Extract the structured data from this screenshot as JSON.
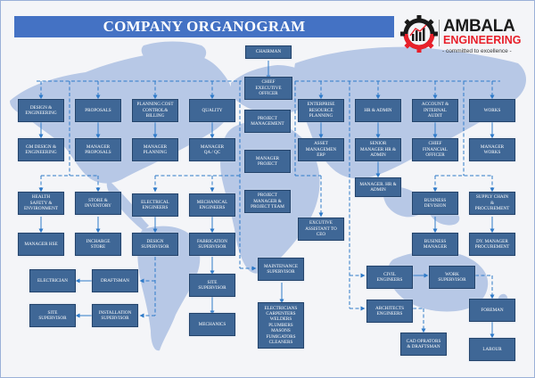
{
  "header": {
    "title": "COMPANY ORGANOGRAM"
  },
  "logo": {
    "brand_line1": "AMBALA",
    "brand_line2": "ENGINEERING",
    "tagline": "- committed to excellence -",
    "icon": "gear-chart-icon",
    "colors": {
      "dark": "#1a1a1a",
      "red": "#e8202a"
    }
  },
  "colors": {
    "title_bar": "#4472c4",
    "node_fill": "#3f6796",
    "node_border": "#24446b",
    "connector": "#2e7ac9",
    "map": "#b7c8e6",
    "background": "#f4f5f8"
  },
  "nodes": {
    "chairman": "CHAIRMAN",
    "ceo": "CHIEF\nEXECUTIVE\nOFFICER",
    "design_engineering": "DESIGN &\nENGINEERING",
    "proposals": "PROPOSALS",
    "planning_cost": "PLANNING COST\nCONTROL&\nBILLING",
    "quality": "QUALITY",
    "project_management": "PROJECT\nMANAGEMENT",
    "erp": "ENTERPRISE\nRESOURCE\nPLANNING",
    "hr_admin": "HR & ADMIN",
    "account_audit": "ACCOUNT &\nINTERNAL\nAUDIT",
    "works": "WORKS",
    "gm_design": "GM DESIGN &\nENGINEERING",
    "manager_proposals": "MANAGER\nPROPOSALS",
    "manager_planning": "MANAGER\nPLANNING",
    "manager_qa": "MANAGER\nQA / QC",
    "manager_project": "MANAGER\nPROJECT",
    "asset_management": "ASSET\nMANAGEMEN\nERP",
    "senior_manager_hr": "SENIOR\nMANAGER HR &\nADMIN",
    "cfo": "CHIEF\nFINANCIAL\nOFFICER",
    "manager_works": "MANAGER\nWORKS",
    "hse": "HEALTH\nSAFETY &\nENVIRONMENT",
    "store_inventory": "STORE &\nINVENTORY",
    "electrical_engineers": "ELECTRICAL\nENGINEERS",
    "mechanical_engineers": "MECHANICAL\nENGINEERS",
    "project_manager_team": "PROJECT\nMANAGER &\nPROJECT TEAM",
    "manager_hr_admin": "MANAGER. HR &\nADMIN",
    "business_division": "BUSINESS\nDEVISION",
    "supply_chain": "SUPPLY CHAIN\n&\nPROCUREMENT",
    "manager_hse": "MANAGER HSE",
    "incharge_store": "INCHARGE\nSTORE",
    "design_supervisor": "DESIGN\nSUPERVISOR",
    "fabrication_supervisor": "FABRICATION\nSUPERVISOR",
    "executive_assistant": "EXCUTIVE\nASSISTANT TO\nCEO",
    "business_manager": "BUSINESS\nMANAGER",
    "dy_manager_procurement": "DY. MANAGER\nPROCUREMENT",
    "electrician": "ELECTRICIAN",
    "draftsman": "DRAFTSMAN",
    "site_supervisor_mech": "SITE\nSUPERVISOR",
    "maintenance_supervisor": "MAINTENANCE\nSUPERVISOR",
    "civil_engineers": "CIVIL\nENGINEERS",
    "work_supervisor": "WORK\nSUPERVISOR",
    "site_supervisor_elec": "SITE\nSUPERVISOR",
    "installation_supervisor": "INSTALLATION\nSUPERVISOR",
    "mechanics": "MECHANICS",
    "trades": "ELECTRICIANS\nCARPENTERS\nWELDERS\nPLUMBERS\nMASONS\nFUMIGATORS\nCLEANERS",
    "architects_engineers": "ARCHITECTS\nENGINEERS",
    "foreman": "FOREMAN",
    "cad_operators": "CAD OPRATORS\n& DRAFTSMAN",
    "labour": "LABOUR"
  }
}
